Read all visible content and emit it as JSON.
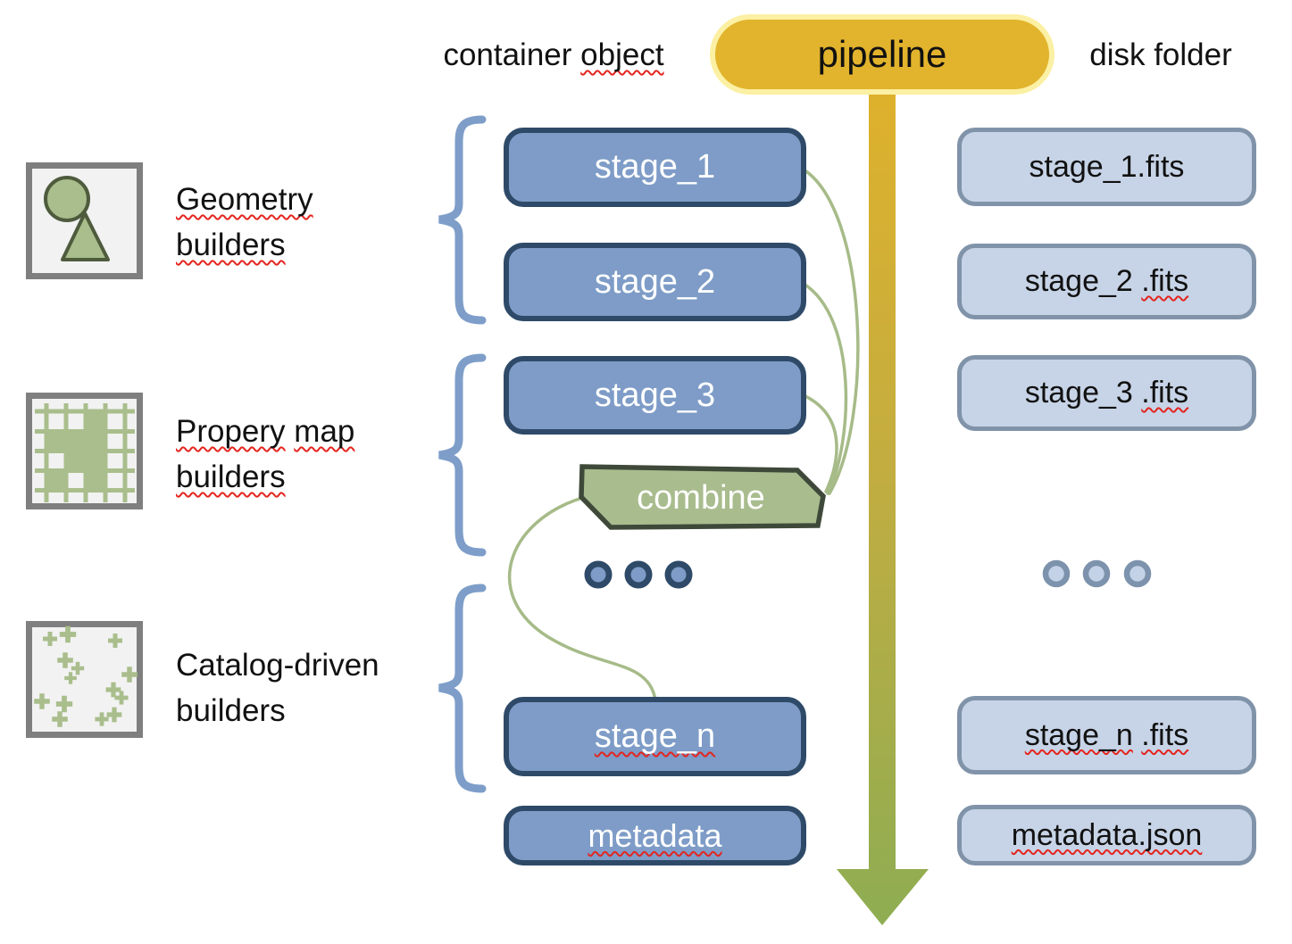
{
  "headers": {
    "container": {
      "word1": "container",
      "word2_misspelled": "object"
    },
    "pipeline": "pipeline",
    "disk": "disk folder"
  },
  "builders": {
    "geometry": {
      "line1": "Geometry",
      "line2": "builders"
    },
    "property": {
      "word1": "Propery",
      "word2": "map",
      "line2": "builders"
    },
    "catalog": {
      "line1": "Catalog-driven",
      "line2": "builders"
    }
  },
  "container_column": {
    "stage_1": "stage_1",
    "stage_2": "stage_2",
    "stage_3": "stage_3",
    "combine": "combine",
    "ellipsis_dot_count": 3,
    "stage_n": "stage_n",
    "metadata": "metadata"
  },
  "disk_column": {
    "stage_1_file": "stage_1.fits",
    "stage_2_name": "stage_2 ",
    "stage_2_ext": ".fits",
    "stage_3_name": "stage_3 ",
    "stage_3_ext": ".fits",
    "ellipsis_dot_count": 3,
    "stage_n_name": "stage_n",
    "sep": " ",
    "stage_n_ext": ".fits",
    "metadata_file": "metadata.json"
  },
  "colors": {
    "pipeline_gold": "#E2B32C",
    "pipeline_border": "#FBF0A3",
    "arrow_top": "#DFB12C",
    "arrow_bottom": "#8EAD52",
    "stage_fill": "#7E9CC7",
    "stage_border": "#2E4A68",
    "file_fill": "#C7D4E7",
    "file_border": "#8093A9",
    "combine_fill": "#A9BC8E",
    "combine_border": "#3E4939",
    "connector_green": "#A6BB88",
    "brace_blue": "#7E9EC9",
    "icon_green": "#A9BE8C",
    "icon_frame_gray": "#7F7F7F",
    "spellcheck_red": "#E4251F"
  }
}
